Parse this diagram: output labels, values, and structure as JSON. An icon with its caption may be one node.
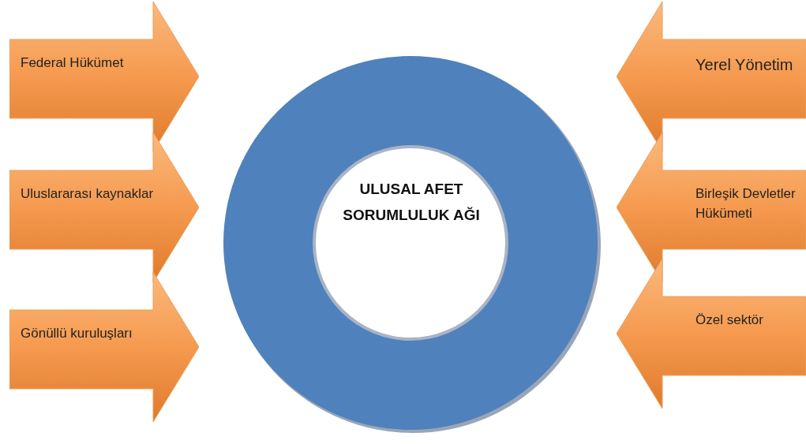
{
  "diagram": {
    "nodes": [
      {
        "text": [
          "Federal Hükümet"
        ]
      },
      {
        "text": [
          "Yerel Yönetim"
        ]
      },
      {
        "text": [
          "Uluslararası kaynaklar"
        ]
      },
      {
        "text": [
          "ULUSAL AFET SORUMLULUK AĞI"
        ]
      },
      {
        "text": [
          "Birleşik Devletler Hükümeti"
        ]
      },
      {
        "text": [
          "Gönüllü kuruluşları"
        ]
      },
      {
        "text": [
          "Özel sektör"
        ]
      }
    ]
  }
}
